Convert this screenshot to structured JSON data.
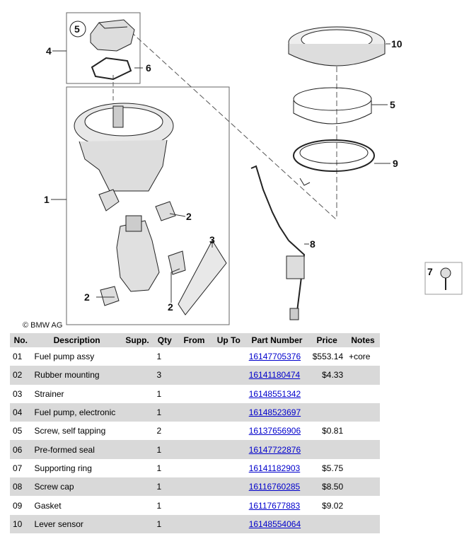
{
  "diagram": {
    "copyright": "© BMW AG",
    "callouts": [
      "1",
      "2",
      "2",
      "2",
      "3",
      "4",
      "5",
      "6",
      "7",
      "8",
      "9",
      "10",
      "5"
    ]
  },
  "table": {
    "headers": {
      "no": "No.",
      "description": "Description",
      "supp": "Supp.",
      "qty": "Qty",
      "from": "From",
      "up_to": "Up To",
      "part_number": "Part Number",
      "price": "Price",
      "notes": "Notes"
    },
    "rows": [
      {
        "no": "01",
        "description": "Fuel pump assy",
        "supp": "",
        "qty": "1",
        "from": "",
        "up_to": "",
        "part_number": "16147705376",
        "price": "$553.14",
        "notes": "+core"
      },
      {
        "no": "02",
        "description": "Rubber mounting",
        "supp": "",
        "qty": "3",
        "from": "",
        "up_to": "",
        "part_number": "16141180474",
        "price": "$4.33",
        "notes": ""
      },
      {
        "no": "03",
        "description": "Strainer",
        "supp": "",
        "qty": "1",
        "from": "",
        "up_to": "",
        "part_number": "16148551342",
        "price": "",
        "notes": ""
      },
      {
        "no": "04",
        "description": "Fuel pump, electronic",
        "supp": "",
        "qty": "1",
        "from": "",
        "up_to": "",
        "part_number": "16148523697",
        "price": "",
        "notes": ""
      },
      {
        "no": "05",
        "description": "Screw, self tapping",
        "supp": "",
        "qty": "2",
        "from": "",
        "up_to": "",
        "part_number": "16137656906",
        "price": "$0.81",
        "notes": ""
      },
      {
        "no": "06",
        "description": "Pre-formed seal",
        "supp": "",
        "qty": "1",
        "from": "",
        "up_to": "",
        "part_number": "16147722876",
        "price": "",
        "notes": ""
      },
      {
        "no": "07",
        "description": "Supporting ring",
        "supp": "",
        "qty": "1",
        "from": "",
        "up_to": "",
        "part_number": "16141182903",
        "price": "$5.75",
        "notes": ""
      },
      {
        "no": "08",
        "description": "Screw cap",
        "supp": "",
        "qty": "1",
        "from": "",
        "up_to": "",
        "part_number": "16116760285",
        "price": "$8.50",
        "notes": ""
      },
      {
        "no": "09",
        "description": "Gasket",
        "supp": "",
        "qty": "1",
        "from": "",
        "up_to": "",
        "part_number": "16117677883",
        "price": "$9.02",
        "notes": ""
      },
      {
        "no": "10",
        "description": "Lever sensor",
        "supp": "",
        "qty": "1",
        "from": "",
        "up_to": "",
        "part_number": "16148554064",
        "price": "",
        "notes": ""
      }
    ]
  }
}
